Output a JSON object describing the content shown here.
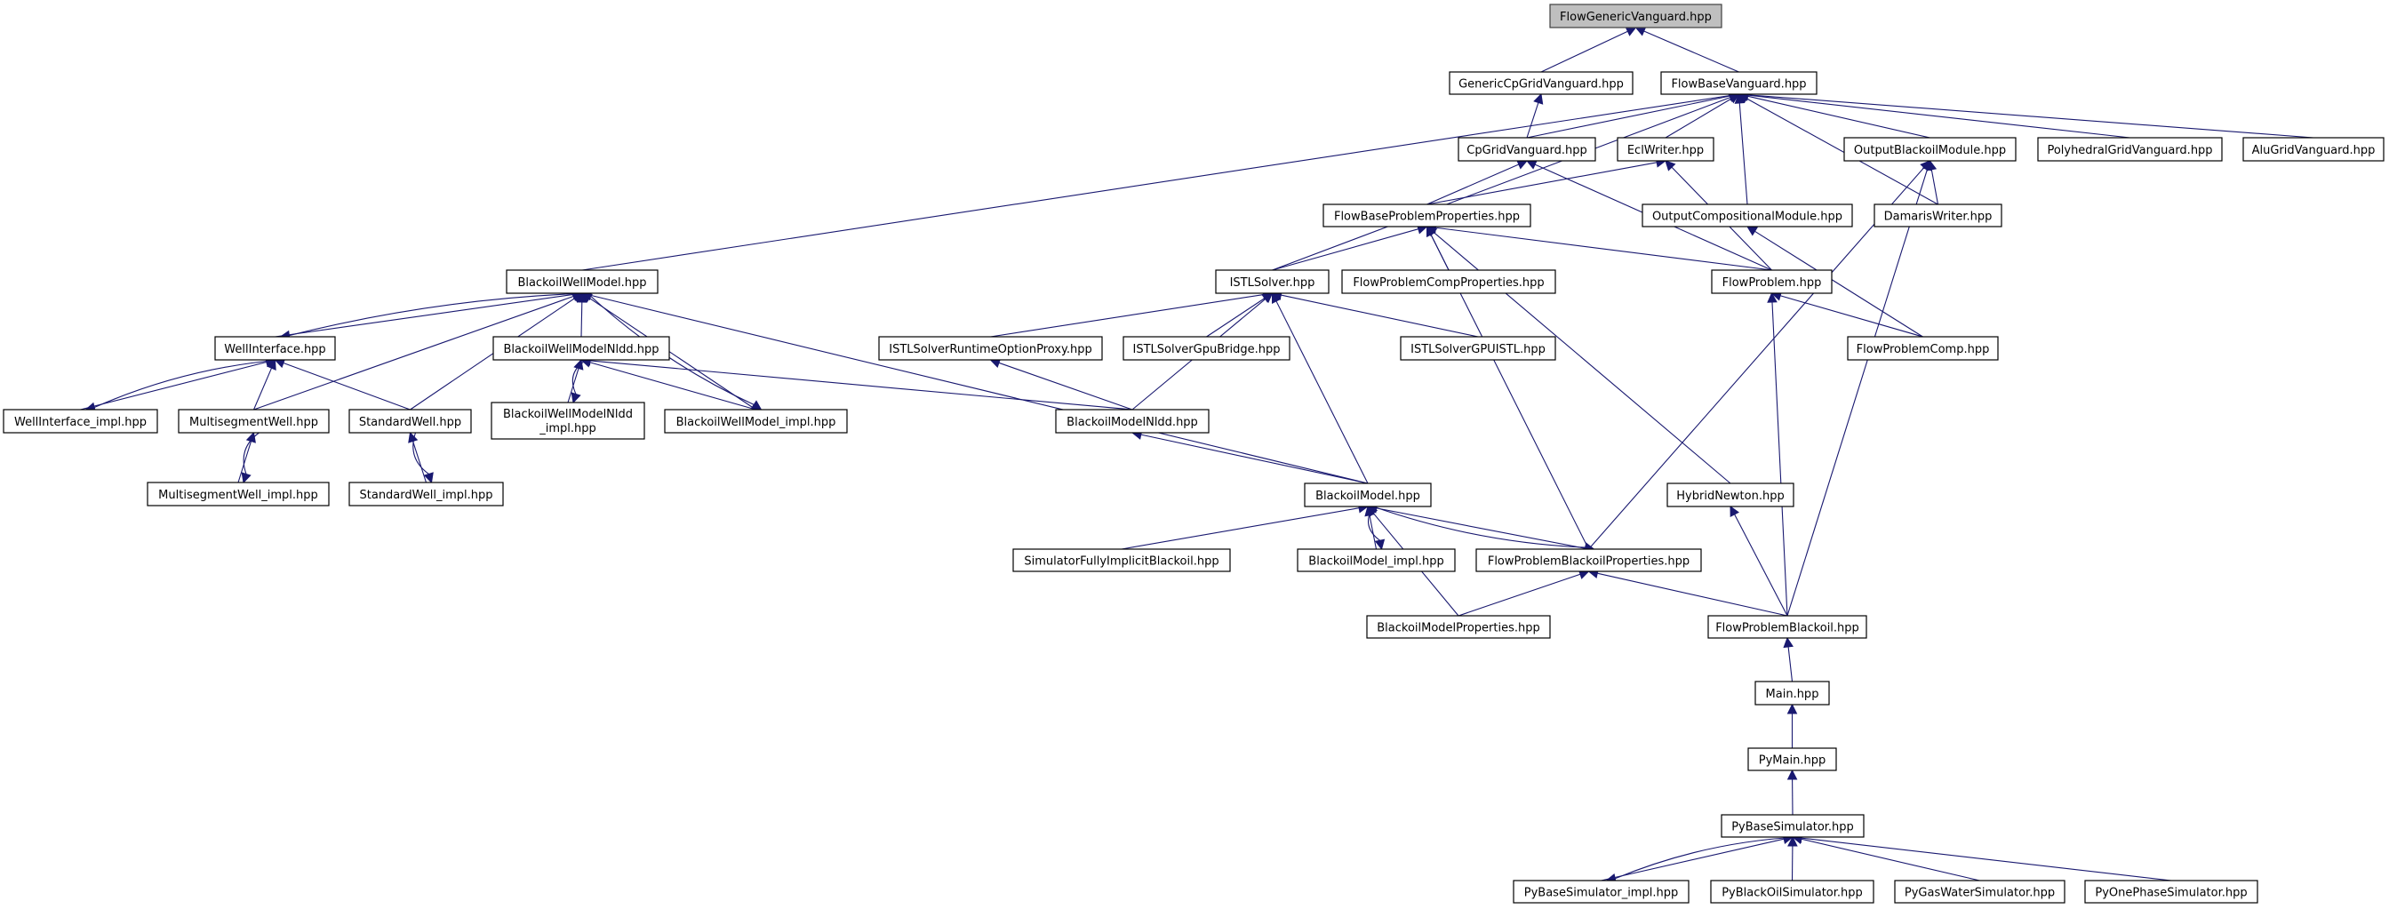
{
  "title": "Include dependency graph",
  "colors": {
    "edge": "#191970",
    "node_border": "#000000",
    "root_fill": "#bfbfbf",
    "node_fill": "#ffffff"
  },
  "nodes": {
    "FlowGenericVanguard": "FlowGenericVanguard.hpp",
    "GenericCpGridVanguard": "GenericCpGridVanguard.hpp",
    "FlowBaseVanguard": "FlowBaseVanguard.hpp",
    "CpGridVanguard": "CpGridVanguard.hpp",
    "EclWriter": "EclWriter.hpp",
    "OutputBlackoilModule": "OutputBlackoilModule.hpp",
    "PolyhedralGridVanguard": "PolyhedralGridVanguard.hpp",
    "AluGridVanguard": "AluGridVanguard.hpp",
    "FlowBaseProblemProperties": "FlowBaseProblemProperties.hpp",
    "OutputCompositionalModule": "OutputCompositionalModule.hpp",
    "DamarisWriter": "DamarisWriter.hpp",
    "BlackoilWellModel": "BlackoilWellModel.hpp",
    "ISTLSolver": "ISTLSolver.hpp",
    "FlowProblemCompProperties": "FlowProblemCompProperties.hpp",
    "FlowProblem": "FlowProblem.hpp",
    "WellInterface": "WellInterface.hpp",
    "BlackoilWellModelNldd": "BlackoilWellModelNldd.hpp",
    "ISTLSolverRuntimeOptionProxy": "ISTLSolverRuntimeOptionProxy.hpp",
    "ISTLSolverGpuBridge": "ISTLSolverGpuBridge.hpp",
    "ISTLSolverGPUISTL": "ISTLSolverGPUISTL.hpp",
    "FlowProblemComp": "FlowProblemComp.hpp",
    "WellInterface_impl": "WellInterface_impl.hpp",
    "MultisegmentWell": "MultisegmentWell.hpp",
    "StandardWell": "StandardWell.hpp",
    "BlackoilWellModelNldd_impl_line1": "BlackoilWellModelNldd",
    "BlackoilWellModelNldd_impl_line2": "_impl.hpp",
    "BlackoilWellModel_impl": "BlackoilWellModel_impl.hpp",
    "BlackoilModelNldd": "BlackoilModelNldd.hpp",
    "MultisegmentWell_impl": "MultisegmentWell_impl.hpp",
    "StandardWell_impl": "StandardWell_impl.hpp",
    "BlackoilModel": "BlackoilModel.hpp",
    "HybridNewton": "HybridNewton.hpp",
    "SimulatorFullyImplicitBlackoil": "SimulatorFullyImplicitBlackoil.hpp",
    "BlackoilModel_impl": "BlackoilModel_impl.hpp",
    "FlowProblemBlackoilProperties": "FlowProblemBlackoilProperties.hpp",
    "BlackoilModelProperties": "BlackoilModelProperties.hpp",
    "FlowProblemBlackoil": "FlowProblemBlackoil.hpp",
    "Main": "Main.hpp",
    "PyMain": "PyMain.hpp",
    "PyBaseSimulator": "PyBaseSimulator.hpp",
    "PyBaseSimulator_impl": "PyBaseSimulator_impl.hpp",
    "PyBlackOilSimulator": "PyBlackOilSimulator.hpp",
    "PyGasWaterSimulator": "PyGasWaterSimulator.hpp",
    "PyOnePhaseSimulator": "PyOnePhaseSimulator.hpp"
  },
  "root": "FlowGenericVanguard",
  "edges": [
    [
      "GenericCpGridVanguard",
      "FlowGenericVanguard"
    ],
    [
      "FlowBaseVanguard",
      "FlowGenericVanguard"
    ],
    [
      "CpGridVanguard",
      "GenericCpGridVanguard"
    ],
    [
      "CpGridVanguard",
      "FlowBaseVanguard"
    ],
    [
      "EclWriter",
      "FlowBaseVanguard"
    ],
    [
      "OutputBlackoilModule",
      "FlowBaseVanguard"
    ],
    [
      "PolyhedralGridVanguard",
      "FlowBaseVanguard"
    ],
    [
      "AluGridVanguard",
      "FlowBaseVanguard"
    ],
    [
      "OutputCompositionalModule",
      "FlowBaseVanguard"
    ],
    [
      "DamarisWriter",
      "FlowBaseVanguard"
    ],
    [
      "BlackoilWellModel",
      "FlowBaseVanguard"
    ],
    [
      "ISTLSolver",
      "FlowBaseVanguard"
    ],
    [
      "FlowBaseProblemProperties",
      "CpGridVanguard"
    ],
    [
      "FlowBaseProblemProperties",
      "EclWriter"
    ],
    [
      "FlowProblem",
      "CpGridVanguard"
    ],
    [
      "FlowProblem",
      "EclWriter"
    ],
    [
      "DamarisWriter",
      "OutputBlackoilModule"
    ],
    [
      "FlowProblemBlackoilProperties",
      "OutputBlackoilModule"
    ],
    [
      "FlowProblemBlackoil",
      "OutputBlackoilModule"
    ],
    [
      "FlowProblemComp",
      "OutputCompositionalModule"
    ],
    [
      "ISTLSolver",
      "FlowBaseProblemProperties"
    ],
    [
      "FlowProblemCompProperties",
      "FlowBaseProblemProperties"
    ],
    [
      "FlowProblem",
      "FlowBaseProblemProperties"
    ],
    [
      "FlowProblemBlackoilProperties",
      "FlowBaseProblemProperties"
    ],
    [
      "HybridNewton",
      "FlowBaseProblemProperties"
    ],
    [
      "FlowProblemComp",
      "FlowProblem"
    ],
    [
      "FlowProblemBlackoil",
      "FlowProblem"
    ],
    [
      "WellInterface",
      "BlackoilWellModel"
    ],
    [
      "BlackoilWellModel",
      "WellInterface"
    ],
    [
      "BlackoilWellModelNldd",
      "BlackoilWellModel"
    ],
    [
      "BlackoilWellModel_impl",
      "BlackoilWellModel"
    ],
    [
      "BlackoilWellModel",
      "BlackoilWellModel_impl"
    ],
    [
      "MultisegmentWell",
      "BlackoilWellModel"
    ],
    [
      "StandardWell",
      "BlackoilWellModel"
    ],
    [
      "BlackoilModel",
      "BlackoilWellModel"
    ],
    [
      "WellInterface_impl",
      "WellInterface"
    ],
    [
      "WellInterface",
      "WellInterface_impl"
    ],
    [
      "MultisegmentWell",
      "WellInterface"
    ],
    [
      "StandardWell",
      "WellInterface"
    ],
    [
      "MultisegmentWell_impl",
      "MultisegmentWell"
    ],
    [
      "MultisegmentWell",
      "MultisegmentWell_impl"
    ],
    [
      "StandardWell_impl",
      "StandardWell"
    ],
    [
      "StandardWell",
      "StandardWell_impl"
    ],
    [
      "BlackoilWellModelNldd_impl",
      "BlackoilWellModelNldd"
    ],
    [
      "BlackoilWellModelNldd",
      "BlackoilWellModelNldd_impl"
    ],
    [
      "BlackoilWellModel_impl",
      "BlackoilWellModelNldd"
    ],
    [
      "BlackoilModelNldd",
      "BlackoilWellModelNldd"
    ],
    [
      "ISTLSolverRuntimeOptionProxy",
      "ISTLSolver"
    ],
    [
      "ISTLSolverGpuBridge",
      "ISTLSolver"
    ],
    [
      "ISTLSolverGPUISTL",
      "ISTLSolver"
    ],
    [
      "BlackoilModelNldd",
      "ISTLSolver"
    ],
    [
      "BlackoilModel",
      "ISTLSolver"
    ],
    [
      "BlackoilModelNldd",
      "ISTLSolverRuntimeOptionProxy"
    ],
    [
      "BlackoilModel",
      "BlackoilModelNldd"
    ],
    [
      "SimulatorFullyImplicitBlackoil",
      "BlackoilModel"
    ],
    [
      "BlackoilModel_impl",
      "BlackoilModel"
    ],
    [
      "BlackoilModel",
      "BlackoilModel_impl"
    ],
    [
      "FlowProblemBlackoilProperties",
      "BlackoilModel"
    ],
    [
      "BlackoilModel",
      "FlowProblemBlackoilProperties"
    ],
    [
      "BlackoilModelProperties",
      "BlackoilModel"
    ],
    [
      "BlackoilModelProperties",
      "FlowProblemBlackoilProperties"
    ],
    [
      "FlowProblemBlackoil",
      "FlowProblemBlackoilProperties"
    ],
    [
      "FlowProblemBlackoil",
      "HybridNewton"
    ],
    [
      "Main",
      "FlowProblemBlackoil"
    ],
    [
      "PyMain",
      "Main"
    ],
    [
      "PyBaseSimulator",
      "PyMain"
    ],
    [
      "PyBaseSimulator_impl",
      "PyBaseSimulator"
    ],
    [
      "PyBaseSimulator",
      "PyBaseSimulator_impl"
    ],
    [
      "PyBlackOilSimulator",
      "PyBaseSimulator"
    ],
    [
      "PyGasWaterSimulator",
      "PyBaseSimulator"
    ],
    [
      "PyOnePhaseSimulator",
      "PyBaseSimulator"
    ]
  ]
}
